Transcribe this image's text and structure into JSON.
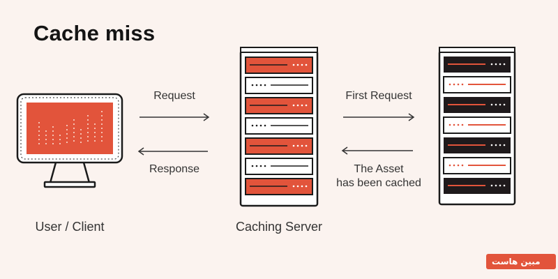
{
  "title": "Cache miss",
  "nodes": {
    "client": "User / Client",
    "caching_server": "Caching Server"
  },
  "arrows": {
    "request": "Request",
    "response": "Response",
    "first_request": "First Request",
    "asset_cached_line1": "The Asset",
    "asset_cached_line2": "has been cached"
  },
  "watermark": "مبین هاست",
  "colors": {
    "accent": "#e2543b",
    "dark": "#1f1a1c",
    "background": "#fbf3ef"
  }
}
